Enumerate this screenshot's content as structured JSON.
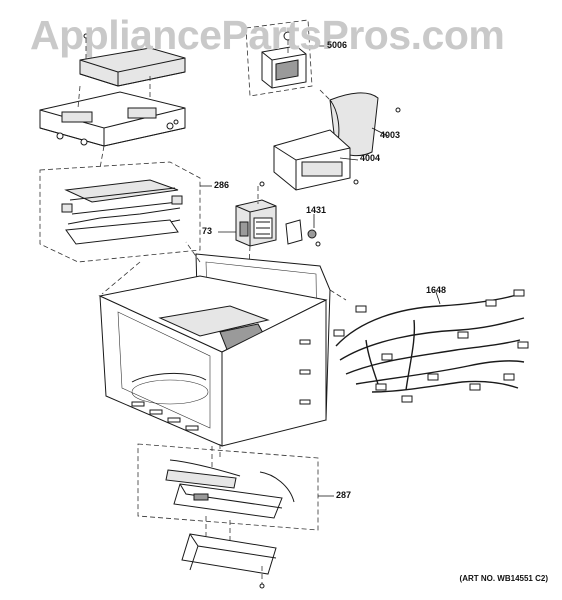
{
  "watermark": "AppliancePartsPros.com",
  "callouts": {
    "c5006": "5006",
    "c4003": "4003",
    "c4004": "4004",
    "c286": "286",
    "c1431": "1431",
    "c73": "73",
    "c1648": "1648",
    "c287": "287"
  },
  "art_number": "(ART NO. WB14551 C2)"
}
